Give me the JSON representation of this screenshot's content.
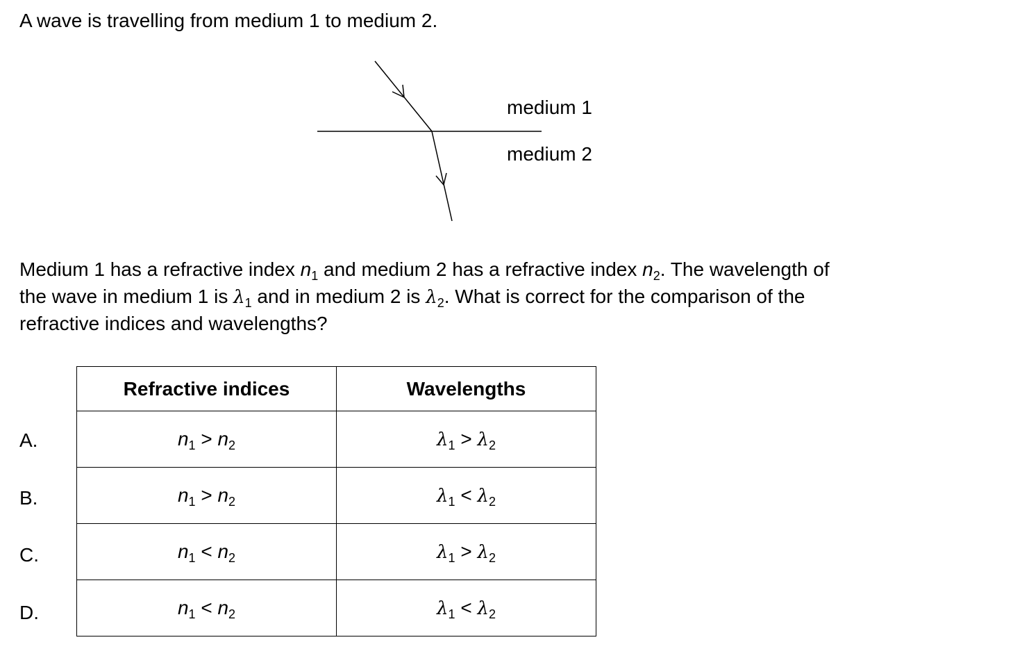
{
  "question": "A wave is travelling from medium 1 to medium 2.",
  "diagram": {
    "label_top": "medium 1",
    "label_bottom": "medium 2"
  },
  "stem": {
    "l1a": "Medium 1 has a refractive index ",
    "n": "n",
    "one": "1",
    "l1b": " and medium 2 has a refractive index ",
    "two": "2",
    "l1c": ". The wavelength of",
    "l2a": "the wave in medium 1 is ",
    "lambda": "λ",
    "l2b": " and in medium 2 is ",
    "l2c": ". What is correct for the comparison of the",
    "l3": "refractive indices and wavelengths?"
  },
  "table": {
    "headers": [
      "Refractive indices",
      "Wavelengths"
    ],
    "rows": [
      {
        "label": "A.",
        "ri_op": ">",
        "wl_op": ">"
      },
      {
        "label": "B.",
        "ri_op": ">",
        "wl_op": "<"
      },
      {
        "label": "C.",
        "ri_op": "<",
        "wl_op": ">"
      },
      {
        "label": "D.",
        "ri_op": "<",
        "wl_op": "<"
      }
    ],
    "n": "n",
    "lambda": "λ",
    "one": "1",
    "two": "2"
  }
}
